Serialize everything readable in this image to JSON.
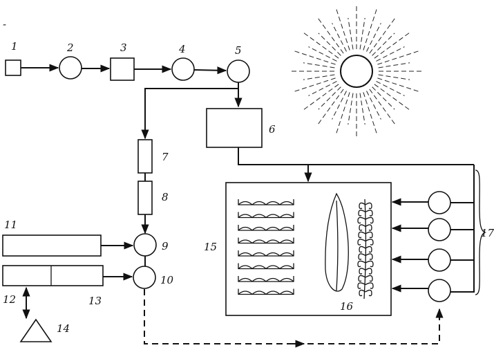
{
  "diagram": {
    "labels": {
      "n1": "1",
      "n2": "2",
      "n3": "3",
      "n4": "4",
      "n5": "5",
      "n6": "6",
      "n7": "7",
      "n8": "8",
      "n9": "9",
      "n10": "10",
      "n11": "11",
      "n12": "12",
      "n13": "13",
      "n14": "14",
      "n15": "15",
      "n16": "16",
      "n17": "17"
    }
  }
}
